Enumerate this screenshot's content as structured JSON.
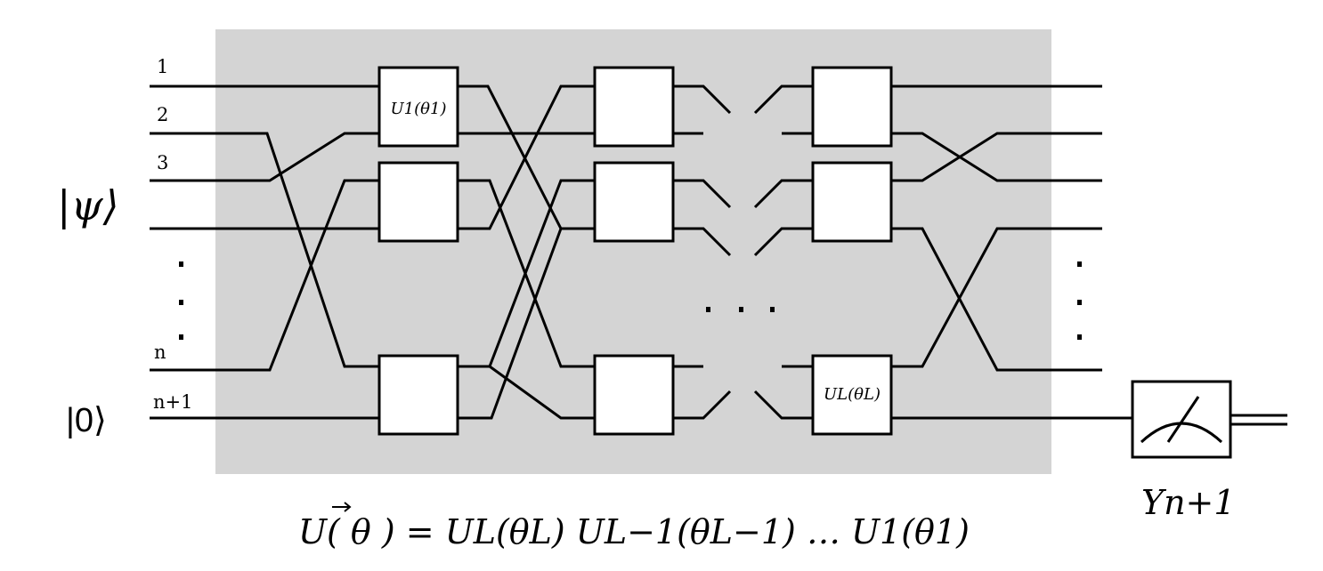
{
  "labels": {
    "psi_state": "|ψ⟩",
    "zero_state": "|0⟩",
    "qubit_1": "1",
    "qubit_2": "2",
    "qubit_3": "3",
    "qubit_n": "n",
    "qubit_n1": "n+1",
    "gate_first": "U1(θ1)",
    "gate_last": "UL(θL)",
    "measurement": "Yn+1",
    "equation": "U( θ ) = UL(θL) UL−1(θL−1) … U1(θ1)"
  },
  "colors": {
    "circuit_background": "#d4d4d4",
    "wire": "#000000",
    "gate_fill": "#ffffff"
  },
  "icons": {
    "measurement": "meter-icon"
  }
}
